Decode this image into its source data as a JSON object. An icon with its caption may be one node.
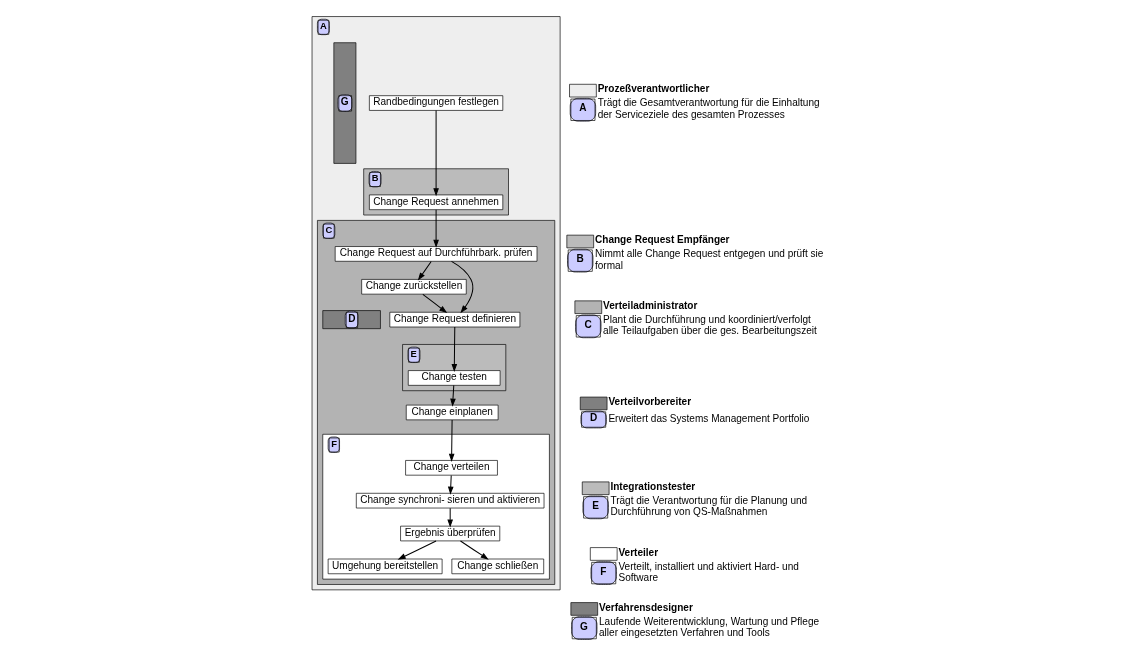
{
  "diagram": {
    "nodes": [
      {
        "text": [
          "A"
        ]
      },
      {
        "text": [
          "Randbedingungen festlegen"
        ],
        "in": 0
      },
      {
        "text": [
          "B"
        ],
        "in": 0
      },
      {
        "text": [
          "Change Request annehmen"
        ],
        "in": 2
      },
      {
        "text": [
          "C"
        ],
        "in": 0
      },
      {
        "text": [
          "Change Request auf Durchführbark. prüfen"
        ],
        "in": 4
      },
      {
        "text": [
          "Change zurückstellen"
        ],
        "in": 4
      },
      {
        "text": [
          "Change Request definieren"
        ],
        "in": 4
      },
      {
        "text": [
          "D"
        ],
        "in": 4
      },
      {
        "text": [
          "E"
        ],
        "in": 4
      },
      {
        "text": [
          "Change testen"
        ],
        "in": 9
      },
      {
        "text": [
          "Change einplanen"
        ],
        "in": 4
      },
      {
        "text": [
          "F"
        ],
        "in": 4
      },
      {
        "text": [
          "Change verteilen"
        ],
        "in": 12
      },
      {
        "text": [
          "Change synchroni- sieren und aktivieren"
        ],
        "in": 12
      },
      {
        "text": [
          "Ergebnis überprüfen"
        ],
        "in": 12
      },
      {
        "text": [
          "Umgehung bereitstellen"
        ],
        "in": 12
      },
      {
        "text": [
          "Change schließen"
        ],
        "in": 12
      },
      {
        "text": [
          "G"
        ],
        "in": 0
      }
    ],
    "edges": [
      {
        "from": 1,
        "to": 3,
        "arrow": "to"
      },
      {
        "from": 3,
        "to": 5,
        "arrow": "to"
      },
      {
        "from": 5,
        "to": 6,
        "arrow": "to"
      },
      {
        "from": 6,
        "to": 7,
        "arrow": "to"
      },
      {
        "from": 5,
        "to": 7,
        "arrow": "to"
      },
      {
        "from": 7,
        "to": 10,
        "arrow": "to"
      },
      {
        "from": 10,
        "to": 11,
        "arrow": "to"
      },
      {
        "from": 11,
        "to": 13,
        "arrow": "to"
      },
      {
        "from": 13,
        "to": 14,
        "arrow": "to"
      },
      {
        "from": 14,
        "to": 15,
        "arrow": "to"
      },
      {
        "from": 15,
        "to": 16,
        "arrow": "to"
      },
      {
        "from": 15,
        "to": 17,
        "arrow": "to"
      }
    ],
    "labels": [
      "A",
      "Trägt die Gesamtverantwortung für die Einhaltung der Serviceziele des gesamten Prozesses",
      "B",
      "Nimmt alle Change Request entgegen und prüft sie formal",
      "C",
      "Plant die Durchführung und koordiniert/verfolgt alle Teilaufgaben über die ges. Bearbeitungszeit",
      "D",
      "Erweitert das Systems Management Portfolio",
      "E",
      "Trägt die Verantwortung für die Planung und Durchführung von QS-Maßnahmen",
      "F",
      "Verteilt, installiert und aktiviert Hard- und Software",
      "G",
      "Laufende Weiterentwicklung, Wartung und Pflege aller eingesetzten Verfahren und Tools"
    ],
    "legend": [
      {
        "text": "Prozeßverantwortlicher",
        "color": "#eeeeee"
      },
      {
        "text": "Change Request Empfänger",
        "color": "#bbbbbb"
      },
      {
        "text": "Verteiladministrator",
        "color": "#b3b3b3"
      },
      {
        "text": "Verteilvorbereiter",
        "color": "#808080"
      },
      {
        "text": "Integrationstester",
        "color": "#bbbbbb"
      },
      {
        "text": "Verteiler",
        "color": "#ffffff"
      },
      {
        "text": "Verfahrensdesigner",
        "color": "#808080"
      }
    ]
  }
}
